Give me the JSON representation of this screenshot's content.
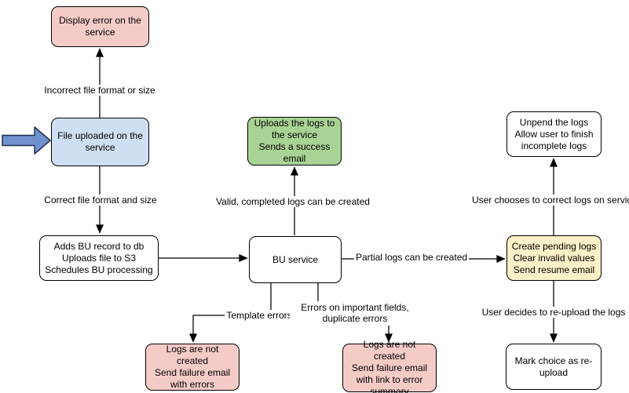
{
  "colors": {
    "node_pink": "#f5cbc8",
    "node_blue": "#cfdff3",
    "node_green": "#a9d395",
    "node_yellow": "#fcf0c8",
    "node_white": "#ffffff",
    "entry_arrow_fill": "#7191ce"
  },
  "nodes": {
    "display_error": {
      "text": "Display error on the service"
    },
    "file_uploaded": {
      "text": "File uploaded on the service"
    },
    "adds_bu_record": {
      "line1": "Adds BU record to db",
      "line2": "Uploads file to S3",
      "line3": "Schedules BU processing"
    },
    "bu_service": {
      "text": "BU service"
    },
    "uploads_logs": {
      "line1": "Uploads the logs to the service",
      "line2": "Sends a success email"
    },
    "unpend_logs": {
      "line1": "Unpend the logs",
      "line2": "Allow user to finish incomplete logs"
    },
    "create_pending": {
      "line1": "Create pending logs",
      "line2": "Clear invalid values",
      "line3": "Send resume email"
    },
    "mark_reupload": {
      "text": "Mark choice as re-upload"
    },
    "logs_not_created_errors": {
      "line1": "Logs are not created",
      "line2": "Send failure email with errors"
    },
    "logs_not_created_summary": {
      "line1": "Logs are not created",
      "line2": "Send failure email with link to error summary"
    }
  },
  "edge_labels": {
    "incorrect_format": "Incorrect file format or size",
    "correct_format": "Correct file format and size",
    "valid_logs": "Valid, completed logs can be created",
    "partial_logs": "Partial logs can be created",
    "template_errors": "Template errors",
    "field_errors": "Errors on important fields, duplicate errors",
    "user_corrects": "User chooses to correct logs on service",
    "user_reupload": "User decides to re-upload the logs"
  },
  "icons": {
    "entry_arrow": "block-arrow-right"
  }
}
